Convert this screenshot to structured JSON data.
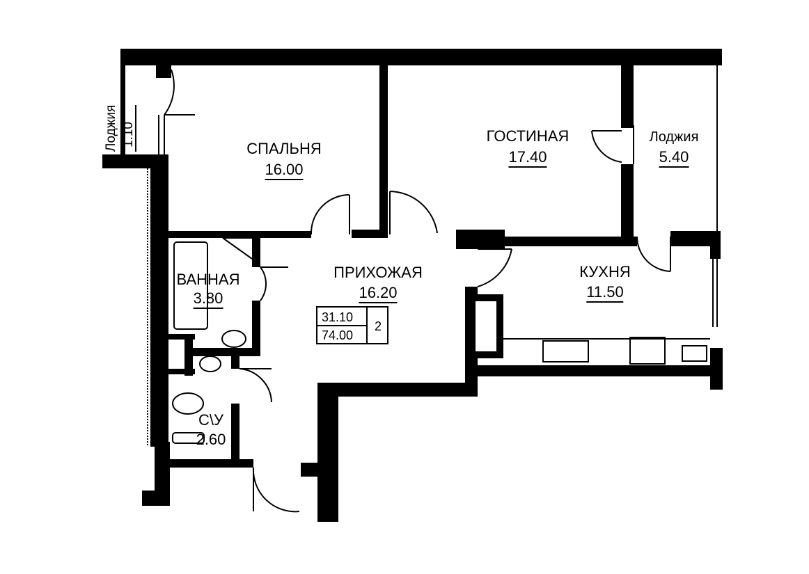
{
  "rooms": {
    "bedroom": {
      "name": "СПАЛЬНЯ",
      "area": "16.00"
    },
    "living": {
      "name": "ГОСТИНАЯ",
      "area": "17.40"
    },
    "loggia_right": {
      "name": "Лоджия",
      "area": "5.40"
    },
    "loggia_left": {
      "name": "Лоджия",
      "area": "1.10"
    },
    "bathroom": {
      "name": "ВАННАЯ",
      "area": "3.80"
    },
    "hallway": {
      "name": "ПРИХОЖАЯ",
      "area": "16.20"
    },
    "kitchen": {
      "name": "КУХНЯ",
      "area": "11.50"
    },
    "wc": {
      "name": "С\\У",
      "area": "2.60"
    }
  },
  "summary": {
    "living_area": "31.10",
    "total_area": "74.00",
    "room_count": "2"
  },
  "colors": {
    "wall": "#000000",
    "line": "#000000",
    "background": "#ffffff"
  }
}
